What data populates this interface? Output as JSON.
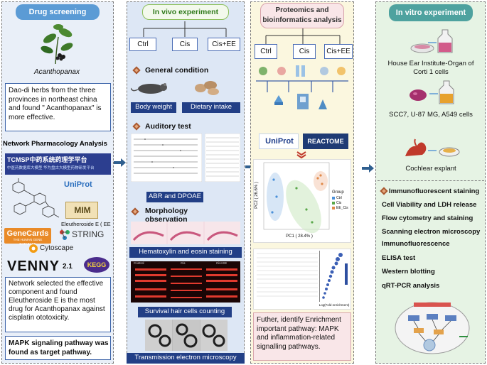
{
  "col1": {
    "header": "Drug screening",
    "plant_label": "Acanthopanax",
    "dao_di_text": "Dao-di herbs from the three provinces in northeast china and found \" Acanthopanax\" is more effective.",
    "network_title": "Network Pharmacology Analysis",
    "tcmsp": "TCMSP中药系统药理学平台",
    "tcmsp_sub": "中医药数据库大模型  华为盘古大模型药物研发平台",
    "uniprot": "UniProt",
    "mim": "MIM",
    "eleuth": "Eleutheroside E ( EE )",
    "genecards": "GeneCards",
    "genecards_sub": "THE HUMAN GENE DATABASE",
    "string": "STRING",
    "cytoscape": "Cytoscape",
    "venny": "VENNY",
    "venny_ver": "2.1",
    "kegg": "KEGG",
    "network_text": "Network selected the effective component and found Eleutheroside E is the most drug for Acanthopanax against cisplatin ototoxicity.",
    "mapk_text": "MAPK signaling pathway was found as target pathway."
  },
  "col2": {
    "header": "In vivo experiment",
    "groups": [
      "Ctrl",
      "Cis",
      "Cis+EE"
    ],
    "general_condition": "General condition",
    "body_weight": "Body weight",
    "dietary_intake": "Dietary intake",
    "auditory_test": "Auditory test",
    "abr": "ABR and DPOAE",
    "morphology": "Morphology observation",
    "he": "Hematoxylin and eosin staining",
    "strip_labels": [
      "Control",
      "Cis",
      "Cis+EE"
    ],
    "survival": "Survival hair cells counting",
    "tem": "Transmission electron microscopy"
  },
  "col3": {
    "header": "Proteomics and bioinformatics analysis",
    "groups": [
      "Ctrl",
      "Cis",
      "Cis+EE"
    ],
    "uniprot": "UniProt",
    "reactome": "REACTOME",
    "pca_xlabel": "PC1 ( 28.4% )",
    "pca_ylabel": "PC2 ( 26.6% )",
    "pca_legend_title": "Group",
    "pca_legend": [
      "Ctrl",
      "Cis",
      "EE_Cis"
    ],
    "enrich_xlabel": "Log(Fold enrichment)",
    "findings": "Futher, identify Enrichment important pathway: MAPK and inflammation-related signalling pathways."
  },
  "col4": {
    "header": "In vitro experiment",
    "cells1": "House Ear Institute-Organ of Corti 1 cells",
    "cells2": "SCC7, U-87 MG, A549 cells",
    "explant": "Cochlear explant",
    "assays": [
      "Immunofluorescent staining",
      "Cell Viability and LDH release",
      "Flow cytometry and staining",
      "Scanning electron microscopy",
      "Immunofluorescence",
      "ELISA test",
      "Western blotting",
      "qRT-PCR analysis"
    ]
  },
  "colors": {
    "col1_bg": "#e9eff8",
    "col2_bg": "#dde7f5",
    "col3_bg": "#fbf7df",
    "col4_bg": "#e6f3e4",
    "band": "#223f86",
    "arrow": "#2f5f8f"
  }
}
